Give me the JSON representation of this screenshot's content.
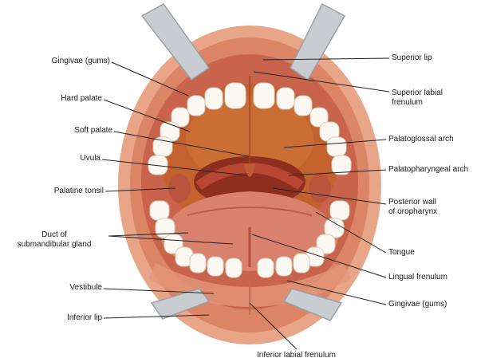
{
  "labels": {
    "gingivae_upper": "Gingivae (gums)",
    "hard_palate": "Hard palate",
    "soft_palate": "Soft palate",
    "uvula": "Uvula",
    "palatine_tonsil": "Palatine tonsil",
    "duct_line1": "Duct of",
    "duct_line2": "submandibular gland",
    "vestibule": "Vestibule",
    "inferior_lip": "Inferior lip",
    "inferior_labial_frenulum": "Inferior labial frenulum",
    "superior_lip": "Superior lip",
    "superior_labial_frenulum_line1": "Superior labial",
    "superior_labial_frenulum_line2": "frenulum",
    "palatoglossal_arch": "Palatoglossal arch",
    "palatopharyngeal_arch": "Palatopharyngeal arch",
    "posterior_wall_line1": "Posterior wall",
    "posterior_wall_line2": "of oropharynx",
    "tongue": "Tongue",
    "lingual_frenulum": "Lingual frenulum",
    "gingivae_lower": "Gingivae (gums)"
  },
  "colors": {
    "lip_outer": "#e9a587",
    "lip_inner": "#d9785a",
    "gum": "#c85e4a",
    "palate": "#c45f32",
    "throat": "#8a2a1c",
    "tongue": "#d9816c",
    "teeth": "#fbf8f1",
    "retractor": "#c9ccd1",
    "leader": "#222222"
  }
}
